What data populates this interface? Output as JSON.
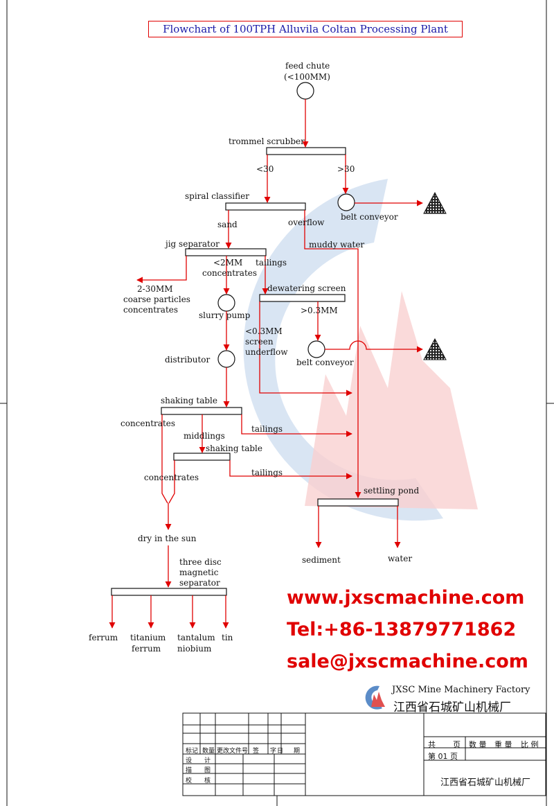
{
  "title": "Flowchart of 100TPH Alluvila Coltan Processing Plant",
  "labels": {
    "feed_chute": "feed chute",
    "feed_size": "(<100MM)",
    "trommel": "trommel scrubber",
    "lt30": "<30",
    "gt30": ">30",
    "spiral": "spiral classifier",
    "belt1": "belt conveyor",
    "sand": "sand",
    "overflow": "overflow",
    "jig": "jig separator",
    "muddy": "muddy water",
    "lt2": "<2MM",
    "tailings1": "tailings",
    "concentrates1": "concentrates",
    "coarse1": "2-30MM",
    "coarse2": "coarse particles",
    "coarse3": "concentrates",
    "dewatering": "dewatering screen",
    "gt03": ">0.3MM",
    "slurry": "slurry pump",
    "lt03_1": "<0.3MM",
    "lt03_2": "screen",
    "lt03_3": "underflow",
    "distributor": "distributor",
    "belt2": "belt conveyor",
    "shaking1": "shaking table",
    "concentrates2": "concentrates",
    "tailings2": "tailings",
    "middlings": "middlings",
    "shaking2": "shaking table",
    "concentrates3": "concentrates",
    "tailings3": "tailings",
    "settling": "settling pond",
    "dry": "dry in the sun",
    "sediment": "sediment",
    "water": "water",
    "mag1": "three disc",
    "mag2": "magnetic",
    "mag3": "separator",
    "ferrum": "ferrum",
    "titanium1": "titanium",
    "titanium2": "ferrum",
    "tantalum1": "tantalum",
    "tantalum2": "niobium",
    "tin": "tin"
  },
  "contact": {
    "website": "www.jxscmachine.com",
    "tel": "Tel:+86-13879771862",
    "email": "sale@jxscmachine.com"
  },
  "factory": {
    "name_en": "JXSC Mine Machinery Factory",
    "name_cn": "江西省石城矿山机械厂"
  },
  "title_block": {
    "header_cells": [
      "标记",
      "数量",
      "更改文件号",
      "签",
      "字",
      "日",
      "期"
    ],
    "rows": [
      "设",
      "计",
      "描",
      "图",
      "校",
      "核"
    ],
    "right_top": [
      "共",
      "页",
      "数 量",
      "重 量",
      "比 例"
    ],
    "page": "第 01 页",
    "company": "江西省石城矿山机械厂"
  },
  "colors": {
    "arrow": "#e00000",
    "line": "#111111",
    "title_text": "#1a1aa8",
    "logo_blue": "#9dbbdf",
    "logo_red": "#f4aaaa"
  }
}
